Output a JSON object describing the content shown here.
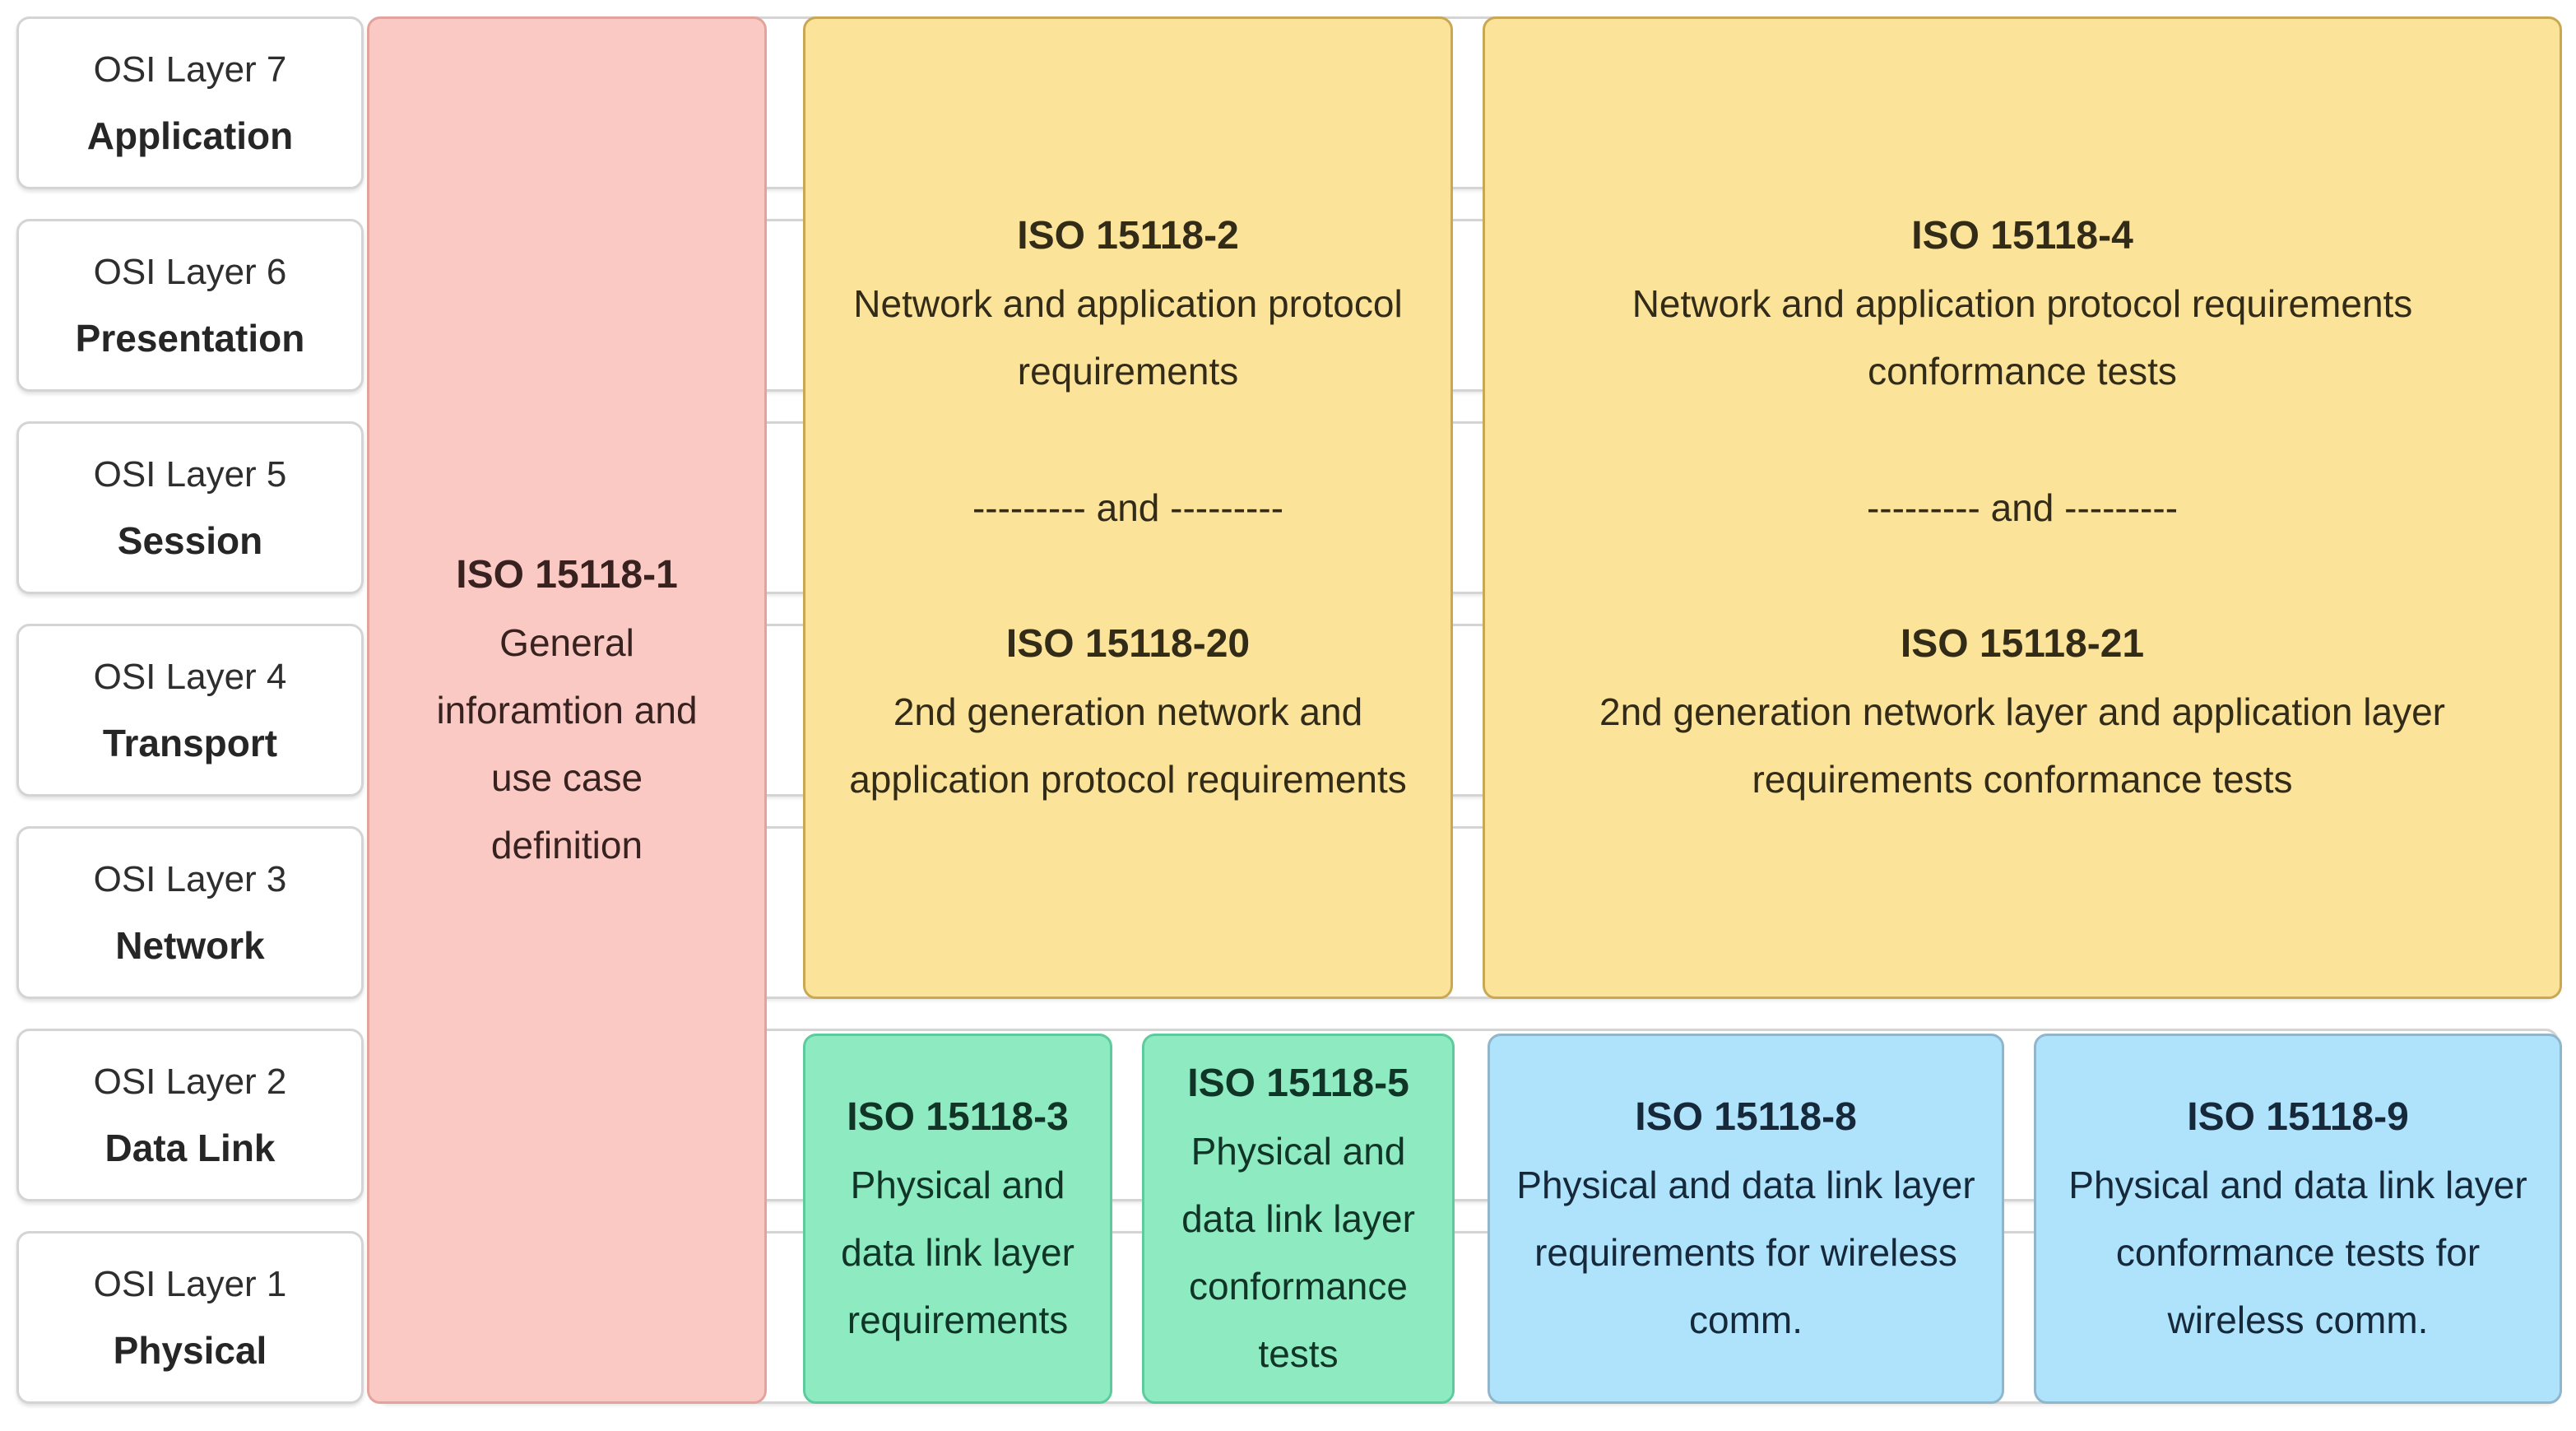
{
  "osi_layers": [
    {
      "layer": "OSI Layer 7",
      "name": "Application"
    },
    {
      "layer": "OSI Layer 6",
      "name": "Presentation"
    },
    {
      "layer": "OSI Layer 5",
      "name": "Session"
    },
    {
      "layer": "OSI Layer 4",
      "name": "Transport"
    },
    {
      "layer": "OSI Layer 3",
      "name": "Network"
    },
    {
      "layer": "OSI Layer 2",
      "name": "Data Link"
    },
    {
      "layer": "OSI Layer 1",
      "name": "Physical"
    }
  ],
  "standards": {
    "separator": "--------- and ---------",
    "iso1": {
      "title": "ISO 15118-1",
      "description": "General inforamtion and use case definition"
    },
    "iso2": {
      "title": "ISO 15118-2",
      "description": "Network and application protocol requirements"
    },
    "iso20": {
      "title": "ISO 15118-20",
      "description": "2nd generation network and application protocol requirements"
    },
    "iso4": {
      "title": "ISO 15118-4",
      "description": "Network and application protocol requirements conformance tests"
    },
    "iso21": {
      "title": "ISO 15118-21",
      "description": "2nd generation network layer and application layer requirements conformance tests"
    },
    "iso3": {
      "title": "ISO 15118-3",
      "description": "Physical and data link layer requirements"
    },
    "iso5": {
      "title": "ISO 15118-5",
      "description": "Physical and data link layer conformance tests"
    },
    "iso8": {
      "title": "ISO 15118-8",
      "description": "Physical and data link layer requirements for wireless comm."
    },
    "iso9": {
      "title": "ISO 15118-9",
      "description": "Physical and data link layer conformance tests for wireless comm."
    }
  },
  "colors": {
    "general_info": "#fbc9c4",
    "network_application": "#fce39a",
    "physical_datalink_wired": "#8deac1",
    "physical_datalink_wireless": "#afe2fb",
    "row_box_background": "#ffffff",
    "row_box_border": "#d4d4d4"
  }
}
